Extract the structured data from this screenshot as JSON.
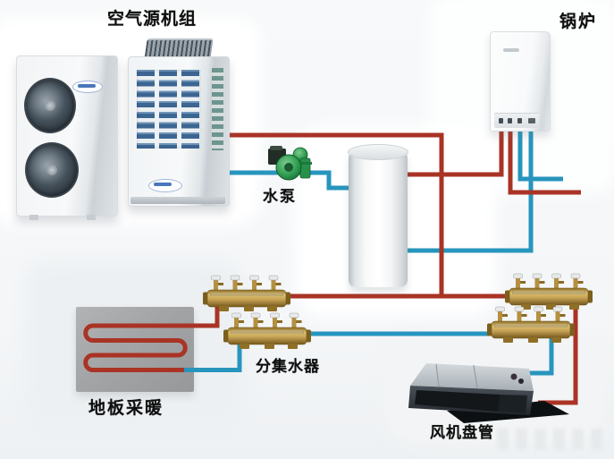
{
  "labels": {
    "air_source_unit": "空气源机组",
    "boiler": "锅炉",
    "water_pump": "水泵",
    "manifold": "分集水器",
    "floor_heating": "地板采暖",
    "fan_coil": "风机盘管"
  },
  "colors": {
    "hot_pipe_red": "#a93325",
    "cold_pipe_blue": "#2795bd",
    "manifold_brass": "#c4a55e",
    "pump_green": "#2f9e52",
    "floor_panel_gray": "#a4a5a7"
  },
  "diagram": {
    "type": "hvac-heating-system-schematic",
    "components": [
      {
        "name": "air-source-heat-pump-unit-small"
      },
      {
        "name": "air-source-heat-pump-unit-large"
      },
      {
        "name": "wall-hung-boiler"
      },
      {
        "name": "circulation-water-pump"
      },
      {
        "name": "buffer-storage-tank"
      },
      {
        "name": "supply-manifold-left"
      },
      {
        "name": "return-manifold-left"
      },
      {
        "name": "supply-manifold-right"
      },
      {
        "name": "return-manifold-right"
      },
      {
        "name": "underfloor-heating-coil"
      },
      {
        "name": "ducted-fan-coil-unit"
      }
    ],
    "connections": [
      {
        "from": "air-source-heat-pump",
        "to": "manifold-header",
        "color": "red"
      },
      {
        "from": "buffer-tank",
        "to": "boiler",
        "color": "red"
      },
      {
        "from": "boiler",
        "to": "buffer-tank",
        "color": "blue"
      },
      {
        "from": "air-source-heat-pump",
        "to": "buffer-tank",
        "via": "water-pump",
        "color": "blue"
      },
      {
        "from": "supply-manifold-left",
        "to": "floor-heating-coil",
        "color": "red"
      },
      {
        "from": "floor-heating-coil",
        "to": "return-manifold-left",
        "color": "blue"
      },
      {
        "from": "supply-manifold-right",
        "to": "fan-coil-unit",
        "color": "red"
      },
      {
        "from": "fan-coil-unit",
        "to": "return-manifold-right",
        "color": "blue"
      }
    ]
  }
}
